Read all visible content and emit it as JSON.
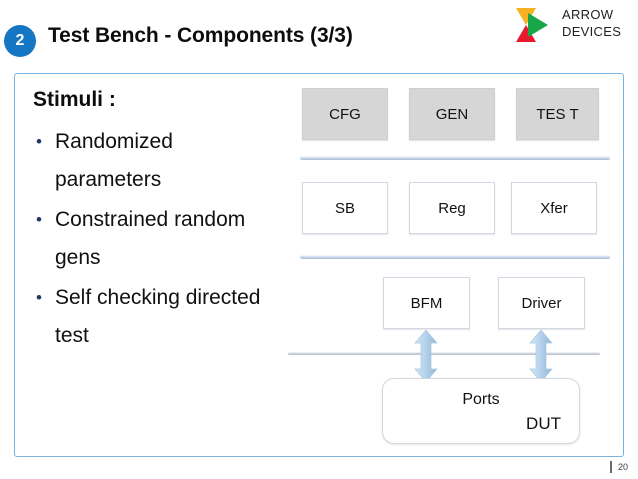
{
  "header": {
    "badge_number": "2",
    "title": "Test Bench - Components (3/3)",
    "badge_color": "#1577c4"
  },
  "logo": {
    "line1": "ARROW",
    "line2": "DEVICES",
    "colors": {
      "top_triangle": "#f5b324",
      "right_triangle": "#17a74a",
      "bottom_triangle": "#e8192c",
      "text": "#231f20"
    }
  },
  "content": {
    "heading": "Stimuli :",
    "bullets": [
      {
        "marker": "•",
        "text": "Randomized parameters"
      },
      {
        "marker": "•",
        "text": "Constrained random gens"
      },
      {
        "marker": "•",
        "text": "Self checking directed test"
      }
    ]
  },
  "diagram": {
    "row1": [
      {
        "label": "CFG"
      },
      {
        "label": "GEN"
      },
      {
        "label": "TES T"
      }
    ],
    "row2": [
      {
        "label": "SB"
      },
      {
        "label": "Reg"
      },
      {
        "label": "Xfer"
      }
    ],
    "row3": [
      {
        "label": "BFM"
      },
      {
        "label": "Driver"
      }
    ],
    "dut": {
      "ports_label": "Ports",
      "dut_label": "DUT"
    },
    "arrow_color": "#bcd7ee",
    "bus_color": "#c6d4e4"
  },
  "footer": {
    "page_number": "20"
  }
}
